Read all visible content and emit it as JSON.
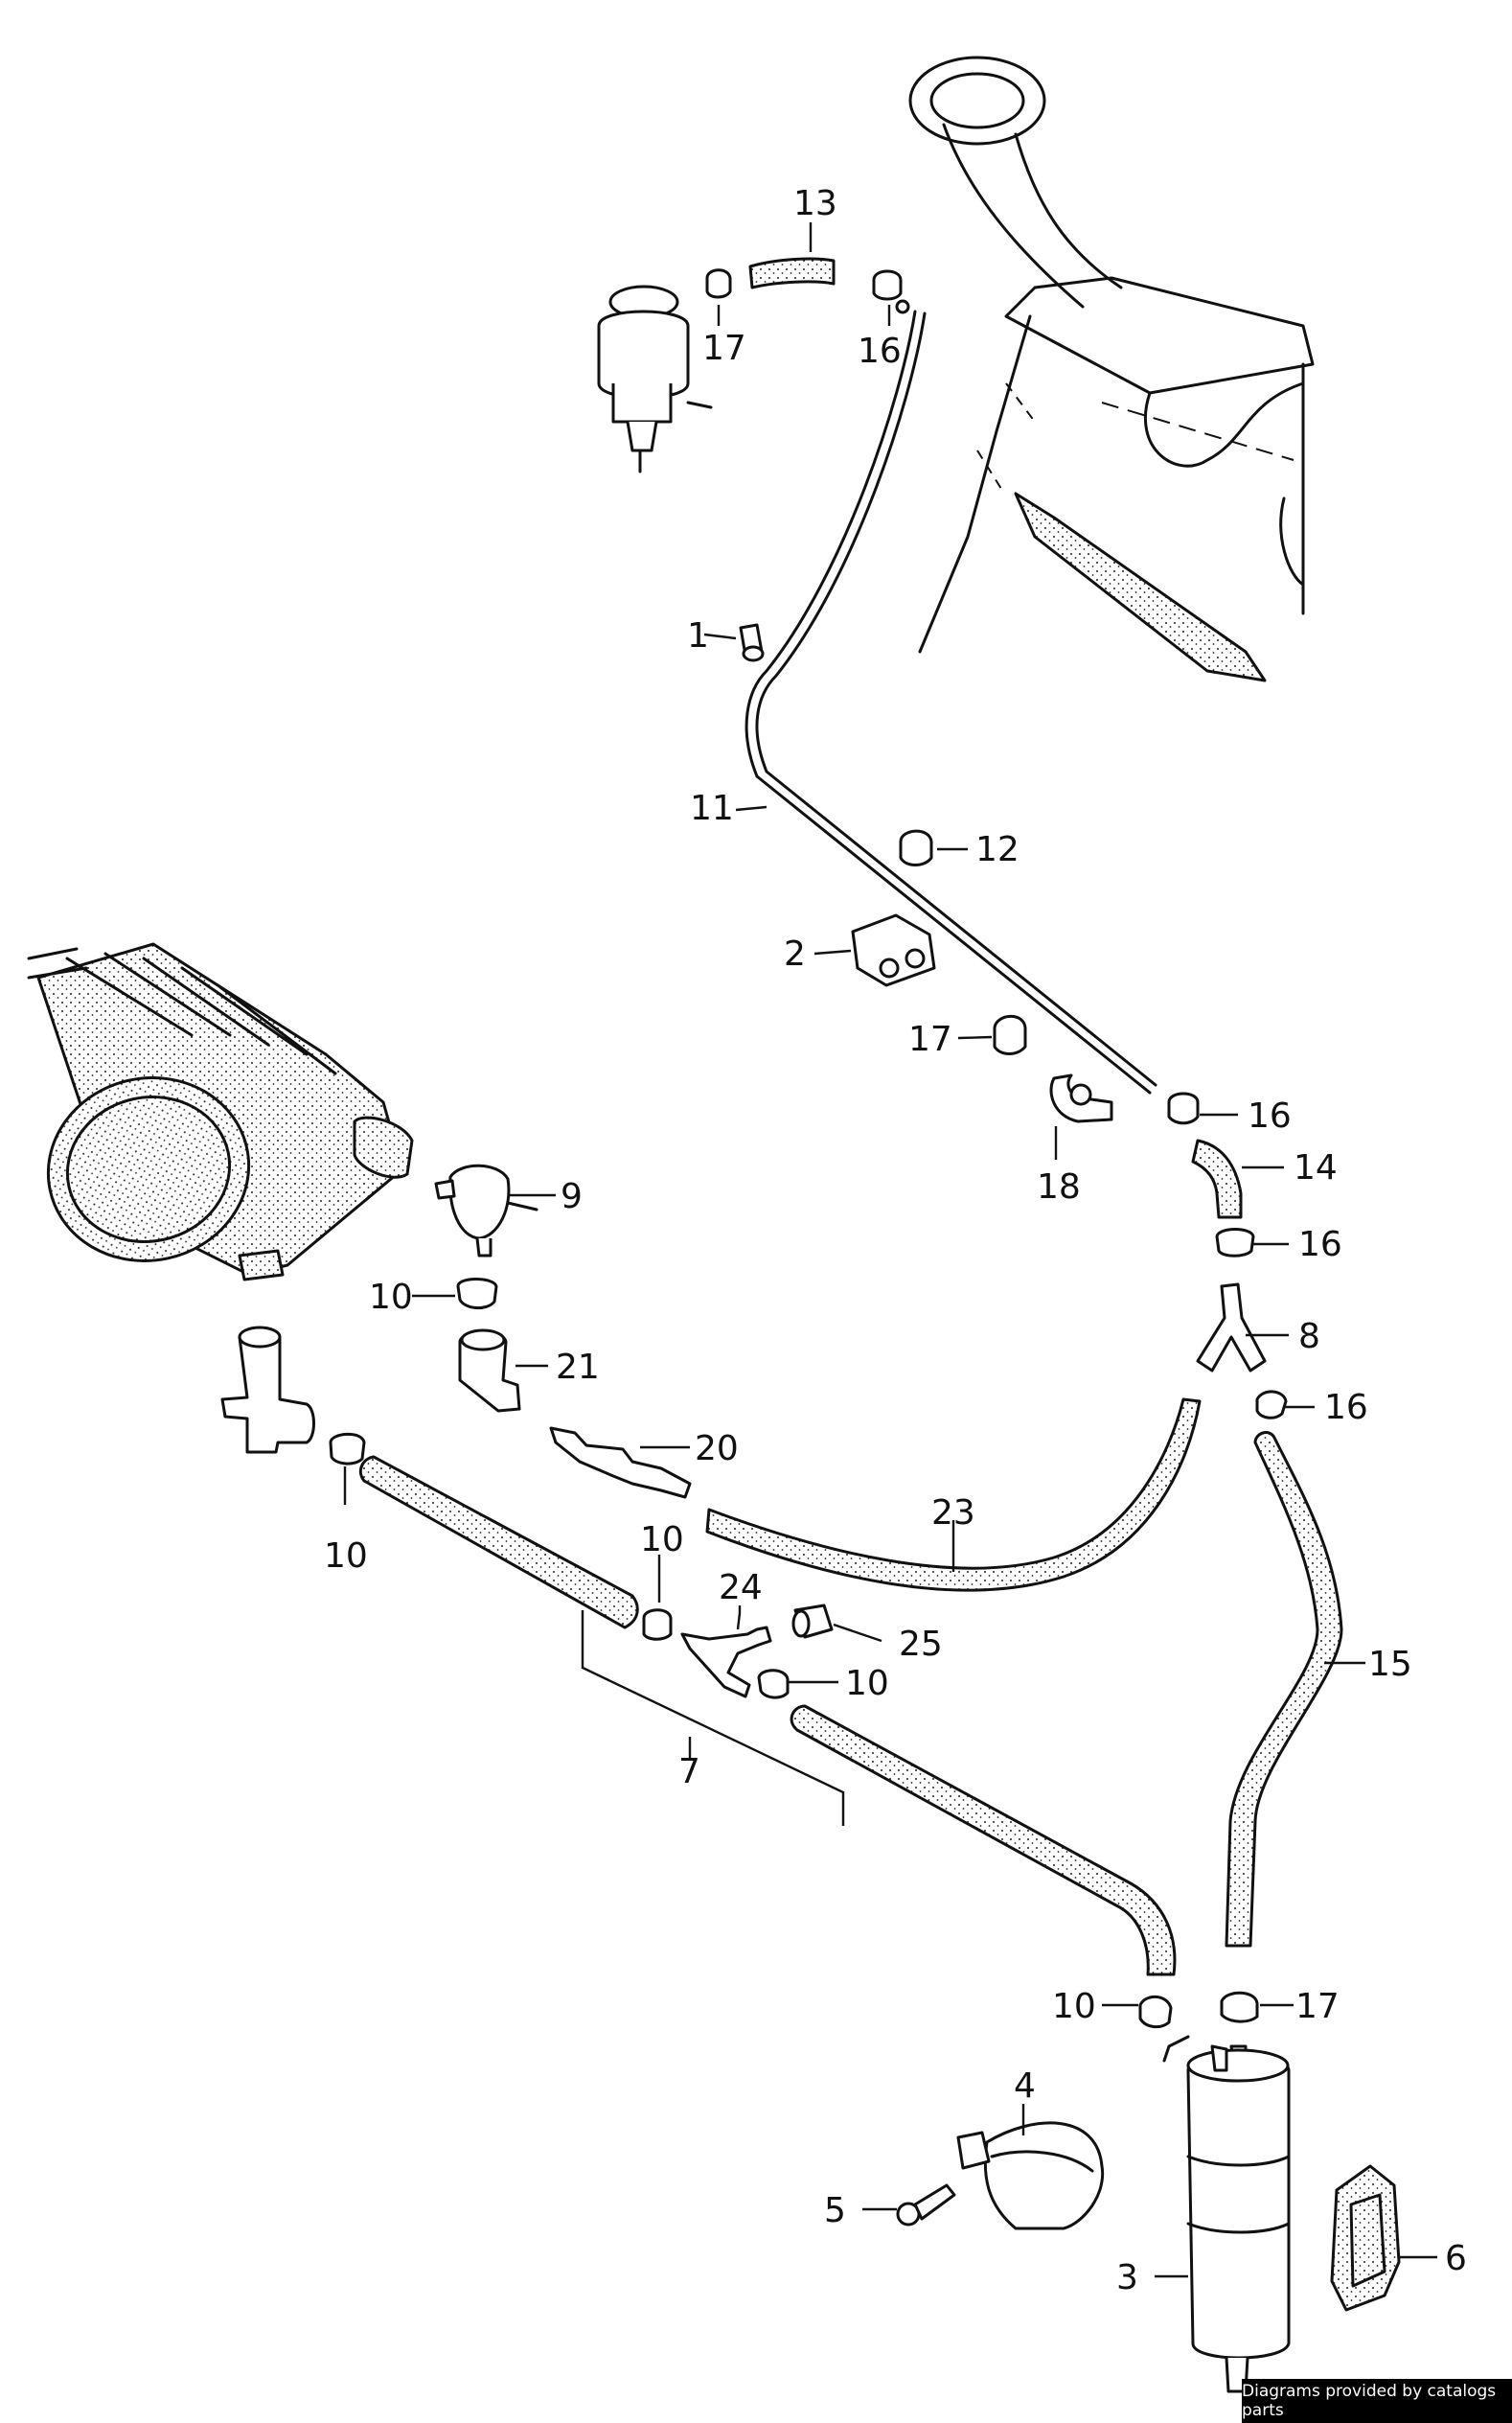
{
  "callouts": [
    {
      "id": "c1",
      "text": "1"
    },
    {
      "id": "c2",
      "text": "2"
    },
    {
      "id": "c3",
      "text": "3"
    },
    {
      "id": "c4",
      "text": "4"
    },
    {
      "id": "c5",
      "text": "5"
    },
    {
      "id": "c6",
      "text": "6"
    },
    {
      "id": "c7",
      "text": "7"
    },
    {
      "id": "c8",
      "text": "8"
    },
    {
      "id": "c9",
      "text": "9"
    },
    {
      "id": "c10a",
      "text": "10"
    },
    {
      "id": "c10b",
      "text": "10"
    },
    {
      "id": "c10c",
      "text": "10"
    },
    {
      "id": "c10d",
      "text": "10"
    },
    {
      "id": "c10e",
      "text": "10"
    },
    {
      "id": "c11",
      "text": "11"
    },
    {
      "id": "c12",
      "text": "12"
    },
    {
      "id": "c13",
      "text": "13"
    },
    {
      "id": "c14",
      "text": "14"
    },
    {
      "id": "c15",
      "text": "15"
    },
    {
      "id": "c16a",
      "text": "16"
    },
    {
      "id": "c16b",
      "text": "16"
    },
    {
      "id": "c16c",
      "text": "16"
    },
    {
      "id": "c16d",
      "text": "16"
    },
    {
      "id": "c17a",
      "text": "17"
    },
    {
      "id": "c17b",
      "text": "17"
    },
    {
      "id": "c17c",
      "text": "17"
    },
    {
      "id": "c18",
      "text": "18"
    },
    {
      "id": "c20",
      "text": "20"
    },
    {
      "id": "c21",
      "text": "21"
    },
    {
      "id": "c23",
      "text": "23"
    },
    {
      "id": "c24",
      "text": "24"
    },
    {
      "id": "c25",
      "text": "25"
    }
  ],
  "credit": "Diagrams provided by catalogs parts"
}
